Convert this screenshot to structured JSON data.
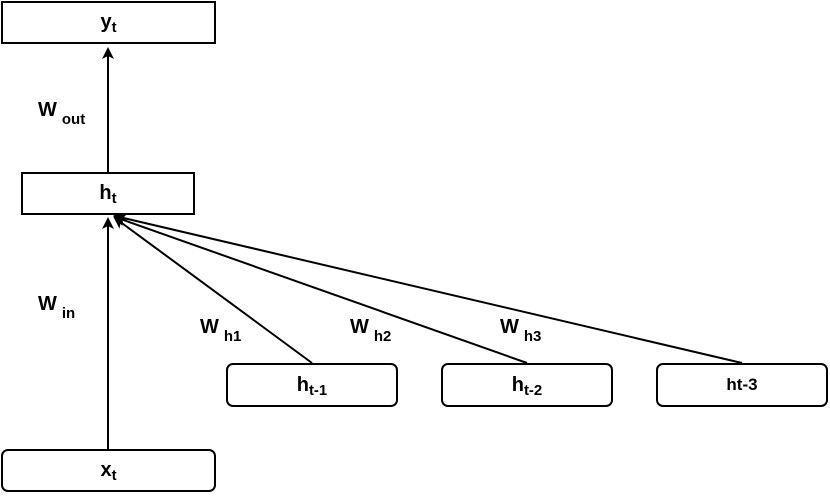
{
  "nodes": {
    "y_t": {
      "main": "y",
      "sub": "t"
    },
    "h_t": {
      "main": "h",
      "sub": "t"
    },
    "x_t": {
      "main": "x",
      "sub": "t"
    },
    "h_t1": {
      "main": "h",
      "sub": "t-1"
    },
    "h_t2": {
      "main": "h",
      "sub": "t-2"
    },
    "h_t3": {
      "text": "ht-3"
    }
  },
  "weights": {
    "w_out": {
      "main": "W",
      "sub": "out"
    },
    "w_in": {
      "main": "W",
      "sub": "in"
    },
    "w_h1": {
      "main": "W",
      "sub": "h1"
    },
    "w_h2": {
      "main": "W",
      "sub": "h2"
    },
    "w_h3": {
      "main": "W",
      "sub": "h3"
    }
  }
}
